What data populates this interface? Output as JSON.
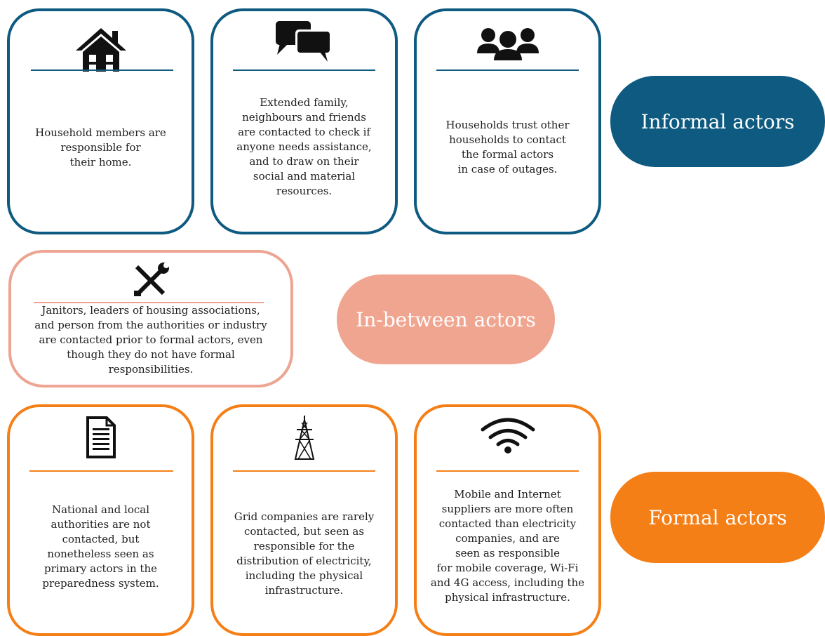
{
  "colors": {
    "informal": "#0e5a80",
    "in_between": "#eda492",
    "formal": "#f57f17",
    "in_between_fill": "#f0a590"
  },
  "informal": {
    "label": "Informal actors",
    "cards": [
      {
        "icon": "house-icon",
        "text": "Household members are\nresponsible for\ntheir home."
      },
      {
        "icon": "speech-bubbles-icon",
        "text": "Extended family,\nneighbours and friends\nare contacted to check if\nanyone needs assistance,\nand to draw on their\nsocial and material\nresources."
      },
      {
        "icon": "group-of-people-icon",
        "text": "Households trust other\nhouseholds to contact\nthe formal actors\nin case of outages."
      }
    ]
  },
  "in_between": {
    "label": "In-between actors",
    "card": {
      "icon": "tools-icon",
      "text": "Janitors, leaders of housing associations,\nand person from the authorities or industry\nare contacted prior to formal actors, even\nthough they do not have formal\nresponsibilities."
    }
  },
  "formal": {
    "label": "Formal actors",
    "cards": [
      {
        "icon": "document-icon",
        "text": "National and local\nauthorities are not\ncontacted, but\nnonetheless seen as\nprimary actors in the\npreparedness system."
      },
      {
        "icon": "transmission-tower-icon",
        "text": "Grid companies are rarely\ncontacted, but seen as\nresponsible for the\ndistribution of electricity,\nincluding the physical\ninfrastructure."
      },
      {
        "icon": "wifi-icon",
        "text": "Mobile and Internet\nsuppliers are more often\ncontacted than electricity\ncompanies, and are\nseen as responsible\nfor mobile coverage, Wi-Fi\nand 4G access, including the\nphysical infrastructure."
      }
    ]
  }
}
